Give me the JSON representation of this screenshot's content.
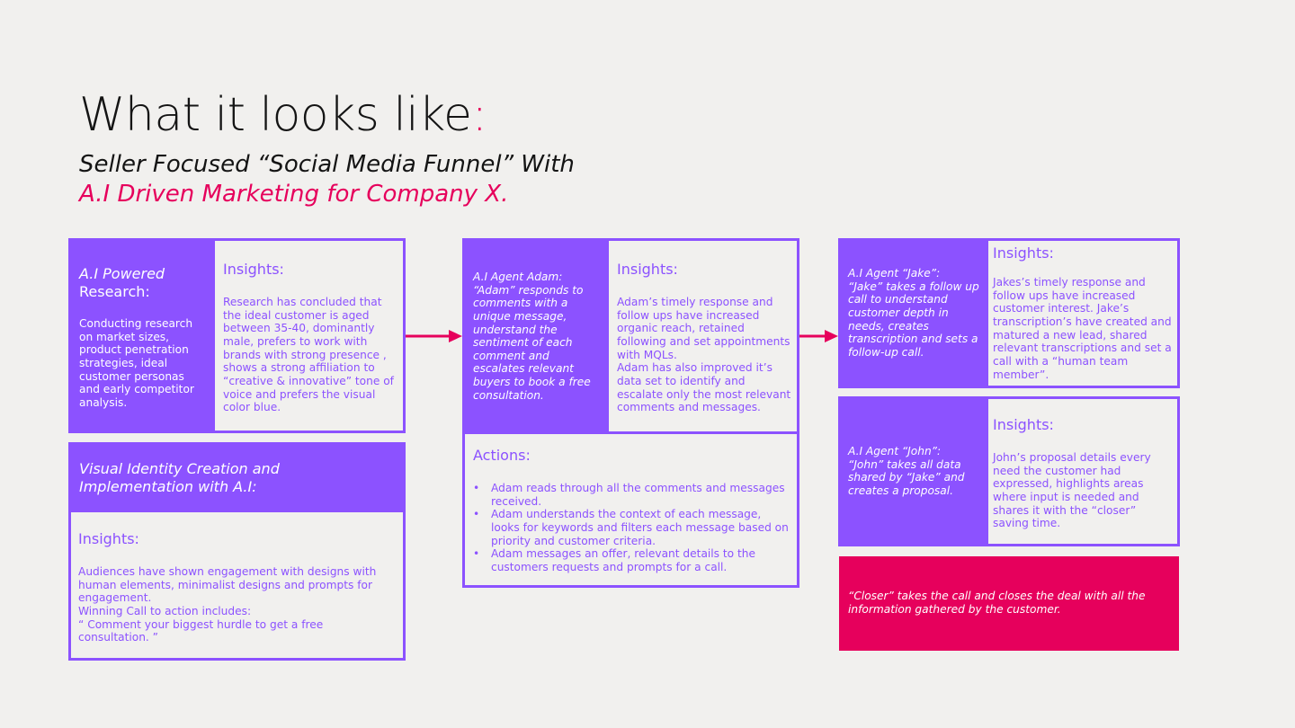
{
  "header": {
    "title": "What it looks like",
    "title_colon": ":",
    "subtitle_line1": "Seller Focused “Social Media Funnel” With",
    "subtitle_line2": "A.I Driven Marketing for Company X."
  },
  "research": {
    "title_line1": "A.I Powered",
    "title_line2": "Research:",
    "description": "Conducting research on market sizes, product penetration strategies, ideal customer personas and early competitor analysis.",
    "insights_heading": "Insights:",
    "insights_text": "Research has concluded that the ideal customer is aged between 35-40, dominantly male, prefers to work with brands with strong presence , shows a strong affiliation to “creative & innovative” tone of voice and prefers the visual color blue."
  },
  "visual_identity": {
    "title": "Visual Identity Creation and Implementation with A.I:",
    "insights_heading": "Insights:",
    "insights_lines": [
      "Audiences have shown engagement with designs with human elements, minimalist designs and prompts for engagement.",
      "Winning Call to action includes:",
      "“ Comment your biggest hurdle to get a free consultation. ”"
    ]
  },
  "adam": {
    "title": "A.I Agent Adam:",
    "description": "“Adam” responds to comments with a unique message, understand the sentiment of each comment and escalates relevant buyers to book a free consultation.",
    "insights_heading": "Insights:",
    "insights_lines": [
      "Adam’s timely response and follow ups have increased organic reach, retained following and set appointments with MQLs.",
      "Adam has also improved it’s data set to identify and escalate only the most relevant comments and messages."
    ],
    "actions_heading": "Actions:",
    "actions": [
      "Adam reads through all the comments and messages received.",
      "Adam understands the context of each message, looks for keywords and filters each message based on priority and customer criteria.",
      "Adam messages an offer, relevant details to the customers requests and prompts for a call."
    ]
  },
  "jake": {
    "title": "A.I Agent “Jake”:",
    "description": "“Jake” takes a follow up call to understand customer depth in needs, creates transcription and sets a follow-up call.",
    "insights_heading": "Insights:",
    "insights_text": "Jakes’s timely response and follow ups have increased customer interest. Jake’s transcription’s have created and matured a new lead, shared relevant transcriptions and set a call with a “human team member”."
  },
  "john": {
    "title": "A.I Agent “John”:",
    "description": "“John” takes all data shared by “Jake” and creates a proposal.",
    "insights_heading": "Insights:",
    "insights_text": "John’s proposal details every need the customer had expressed, highlights areas where input is needed and shares it with the “closer” saving time."
  },
  "closer": {
    "text": "“Closer” takes the call and closes the deal with all the information gathered by the customer."
  },
  "colors": {
    "purple": "#8c52ff",
    "pink": "#e6005c",
    "background": "#f1f0ee"
  }
}
